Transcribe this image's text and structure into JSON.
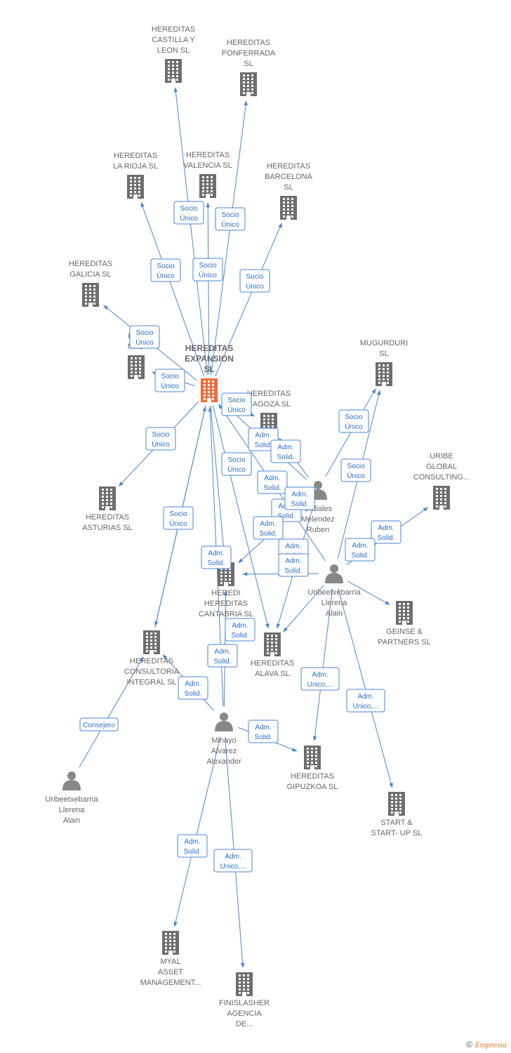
{
  "nodes": [
    {
      "id": "hexp",
      "kind": "company",
      "main": true,
      "lines": [
        "HEREDITAS",
        "EXPANSION",
        "SL"
      ]
    },
    {
      "id": "cyl",
      "kind": "company",
      "lines": [
        "HEREDITAS",
        "CASTILLA Y",
        "LEON  SL"
      ]
    },
    {
      "id": "pon",
      "kind": "company",
      "lines": [
        "HEREDITAS",
        "PONFERRADA",
        "SL"
      ]
    },
    {
      "id": "rio",
      "kind": "company",
      "lines": [
        "HEREDITAS",
        "LA RIOJA  SL"
      ]
    },
    {
      "id": "val",
      "kind": "company",
      "lines": [
        "HEREDITAS",
        "VALENCIA  SL"
      ]
    },
    {
      "id": "bcn",
      "kind": "company",
      "lines": [
        "HEREDITAS",
        "BARCELONA",
        "SL"
      ]
    },
    {
      "id": "gal",
      "kind": "company",
      "lines": [
        "HEREDITAS",
        "GALICIA  SL"
      ]
    },
    {
      "id": "mad",
      "kind": "company",
      "lines": [
        "HER",
        "MAD"
      ]
    },
    {
      "id": "mug",
      "kind": "company",
      "lines": [
        "MUGURDURI",
        "SL"
      ]
    },
    {
      "id": "zar",
      "kind": "company",
      "lines": [
        "HEREDITAS",
        "RAGOZA  SL"
      ]
    },
    {
      "id": "ast",
      "kind": "company",
      "lines": [
        "HEREDITAS",
        "ASTURIAS  SL"
      ]
    },
    {
      "id": "ugc",
      "kind": "company",
      "lines": [
        "URIBE",
        "GLOBAL",
        "CONSULTING..."
      ]
    },
    {
      "id": "cant",
      "kind": "company",
      "lines": [
        "HEREDI",
        "HEREDITAS",
        "CANTABRIA  SL"
      ]
    },
    {
      "id": "gei",
      "kind": "company",
      "lines": [
        "GEINSE &",
        "PARTNERS  SL"
      ]
    },
    {
      "id": "ci",
      "kind": "company",
      "lines": [
        "HEREDITAS",
        "CONSULTORIA",
        "INTEGRAL  SL"
      ]
    },
    {
      "id": "ala",
      "kind": "company",
      "lines": [
        "HEREDITAS",
        "ALAVA  SL"
      ]
    },
    {
      "id": "gip",
      "kind": "company",
      "lines": [
        "HEREDITAS",
        "GIPUZKOA  SL"
      ]
    },
    {
      "id": "ss",
      "kind": "company",
      "lines": [
        "START &",
        "START- UP  SL"
      ]
    },
    {
      "id": "myal",
      "kind": "company",
      "lines": [
        "MYAL",
        "ASSET",
        "MANAGEMENT..."
      ]
    },
    {
      "id": "fin",
      "kind": "company",
      "lines": [
        "FINISLASHER",
        "AGENCIA",
        "DE..."
      ]
    },
    {
      "id": "urd",
      "kind": "person",
      "lines": [
        "Urdiales",
        "Melendez",
        "Ruben"
      ]
    },
    {
      "id": "ul1",
      "kind": "person",
      "lines": [
        "Uribeetxebarria",
        "Llerena",
        "Alain"
      ]
    },
    {
      "id": "mina",
      "kind": "person",
      "lines": [
        "Minayo",
        "Alvarez",
        "Alexander"
      ]
    },
    {
      "id": "ul2",
      "kind": "person",
      "lines": [
        "Uribeetxebarria",
        "Llerena",
        "Alain"
      ]
    }
  ],
  "edges": [
    {
      "from": "hexp",
      "to": "cyl",
      "label": [
        "Socio",
        "Único"
      ]
    },
    {
      "from": "hexp",
      "to": "pon",
      "label": [
        "Socio",
        "Único"
      ]
    },
    {
      "from": "hexp",
      "to": "rio",
      "label": [
        "Socio",
        "Único"
      ]
    },
    {
      "from": "hexp",
      "to": "val",
      "label": [
        "Socio",
        "Único"
      ]
    },
    {
      "from": "hexp",
      "to": "bcn",
      "label": [
        "Socio",
        "Único"
      ]
    },
    {
      "from": "hexp",
      "to": "gal",
      "label": [
        "Socio",
        "Único"
      ]
    },
    {
      "from": "hexp",
      "to": "mad",
      "label": [
        "Socio",
        "Único"
      ]
    },
    {
      "from": "hexp",
      "to": "zar",
      "label": [
        "Socio",
        "Único"
      ]
    },
    {
      "from": "hexp",
      "to": "ast",
      "label": [
        "Socio",
        "Único"
      ]
    },
    {
      "from": "hexp",
      "to": "cant",
      "label": [
        "Socio",
        "Único"
      ]
    },
    {
      "from": "hexp",
      "to": "ala",
      "label": [
        "Socio",
        "Único"
      ]
    },
    {
      "from": "ci",
      "to": "hexp",
      "label": [
        "Socio",
        "Único"
      ]
    },
    {
      "from": "hexp",
      "to": "ci",
      "label": [
        "Socio",
        "Único"
      ]
    },
    {
      "from": "urd",
      "to": "mug",
      "label": [
        "Adm.",
        "Solid."
      ]
    },
    {
      "from": "ul1",
      "to": "mug",
      "label": [
        "Adm.",
        "Solid."
      ]
    },
    {
      "from": "ul1",
      "to": "ugc",
      "label": [
        "Adm.",
        "Unico,..."
      ]
    },
    {
      "from": "ul1",
      "to": "gei",
      "label": [
        "Adm.",
        "Unico,..."
      ]
    },
    {
      "from": "ul1",
      "to": "ss",
      "label": [
        "Adm.",
        "Solid."
      ]
    },
    {
      "from": "ul1",
      "to": "gip",
      "label": [
        "Adm.",
        "Solid."
      ]
    },
    {
      "from": "urd",
      "to": "zar",
      "label": [
        "Adm.",
        "Solid."
      ]
    },
    {
      "from": "urd",
      "to": "hexp",
      "label": [
        "Adm.",
        "Solid."
      ]
    },
    {
      "from": "urd",
      "to": "cant",
      "label": [
        "Adm.",
        "Solid."
      ]
    },
    {
      "from": "urd",
      "to": "ala",
      "label": [
        "Adm.",
        "Solid."
      ]
    },
    {
      "from": "ul1",
      "to": "hexp",
      "label": [
        "Adm.",
        "Solid."
      ]
    },
    {
      "from": "ul1",
      "to": "cant",
      "label": [
        "Adm.",
        "Solid."
      ]
    },
    {
      "from": "ul1",
      "to": "ala",
      "label": [
        "Adm.",
        "Solid."
      ]
    },
    {
      "from": "mina",
      "to": "hexp",
      "label": [
        "Adm.",
        "Solid."
      ]
    },
    {
      "from": "mina",
      "to": "cant",
      "label": [
        "Adm.",
        "Solid."
      ]
    },
    {
      "from": "mina",
      "to": "ci",
      "label": [
        "Adm.",
        "Solid."
      ]
    },
    {
      "from": "mina",
      "to": "gip",
      "label": [
        "Adm.",
        "Solid."
      ]
    },
    {
      "from": "mina",
      "to": "myal",
      "label": [
        "Adm.",
        "Unico,..."
      ]
    },
    {
      "from": "mina",
      "to": "fin",
      "label": [
        "Consejero"
      ]
    },
    {
      "from": "ul2",
      "to": "ci",
      "label": [
        "Adm.",
        "Solid."
      ]
    }
  ],
  "footer": {
    "copyright": "©",
    "brand": "Empresia"
  }
}
